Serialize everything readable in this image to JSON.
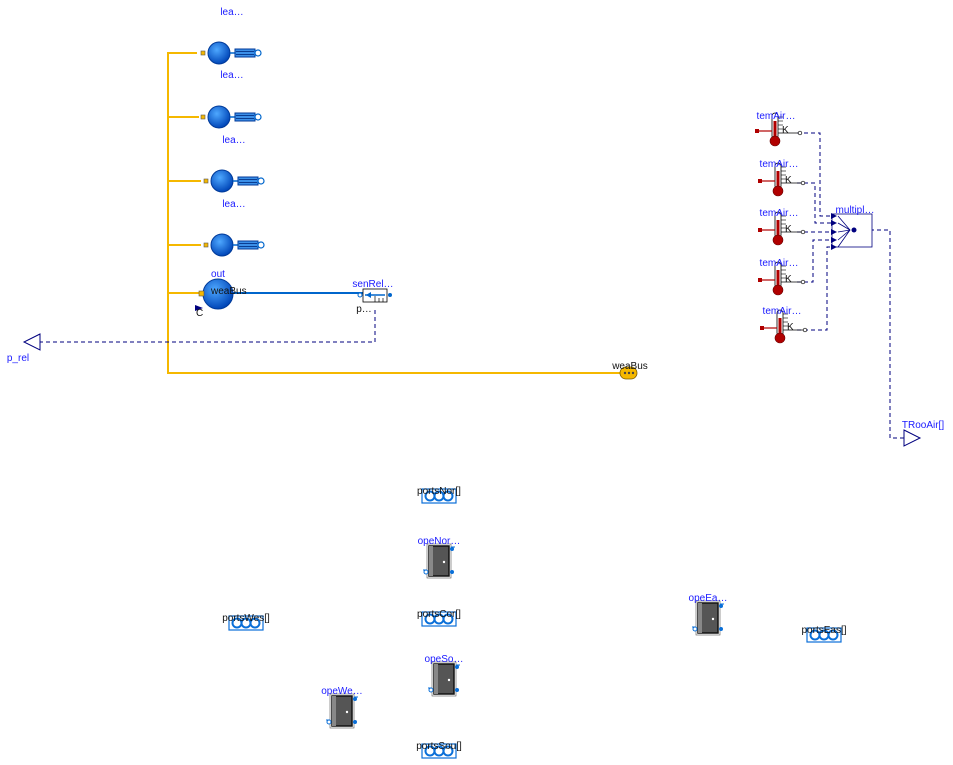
{
  "labels": {
    "lea_top": "lea…",
    "lea_1": "lea…",
    "lea_2": "lea…",
    "lea_3": "lea…",
    "out": "out",
    "out_bus": "weaBus",
    "out_c": "C",
    "senRel": "senRel…",
    "senRel_p": "p…",
    "p_rel": "p_rel",
    "weaBus": "weaBus",
    "temAir_1": "temAir…",
    "temAir_2": "temAir…",
    "temAir_3": "temAir…",
    "temAir_4": "temAir…",
    "temAir_5": "temAir…",
    "kelvin": "K",
    "multipl": "multipl…",
    "TRooAir": "TRooAir[]",
    "portsNor": "portsNor[]",
    "opeNor": "opeNor…",
    "portsCor": "portsCor[]",
    "portsWes": "portsWes[]",
    "opeSou": "opeSo…",
    "opeWes": "opeWe…",
    "portsSou": "portsSou[]",
    "opeEas": "opeEa…",
    "portsEas": "portsEas[]"
  },
  "colors": {
    "weather_bus": "#f5b800",
    "fluid_line": "#0066cc",
    "signal_line": "#00007f",
    "source_blue": "#0b5ed7",
    "thermometer_red": "#b00000",
    "port_blue": "#0a6fd8",
    "door_gray": "#555555"
  }
}
